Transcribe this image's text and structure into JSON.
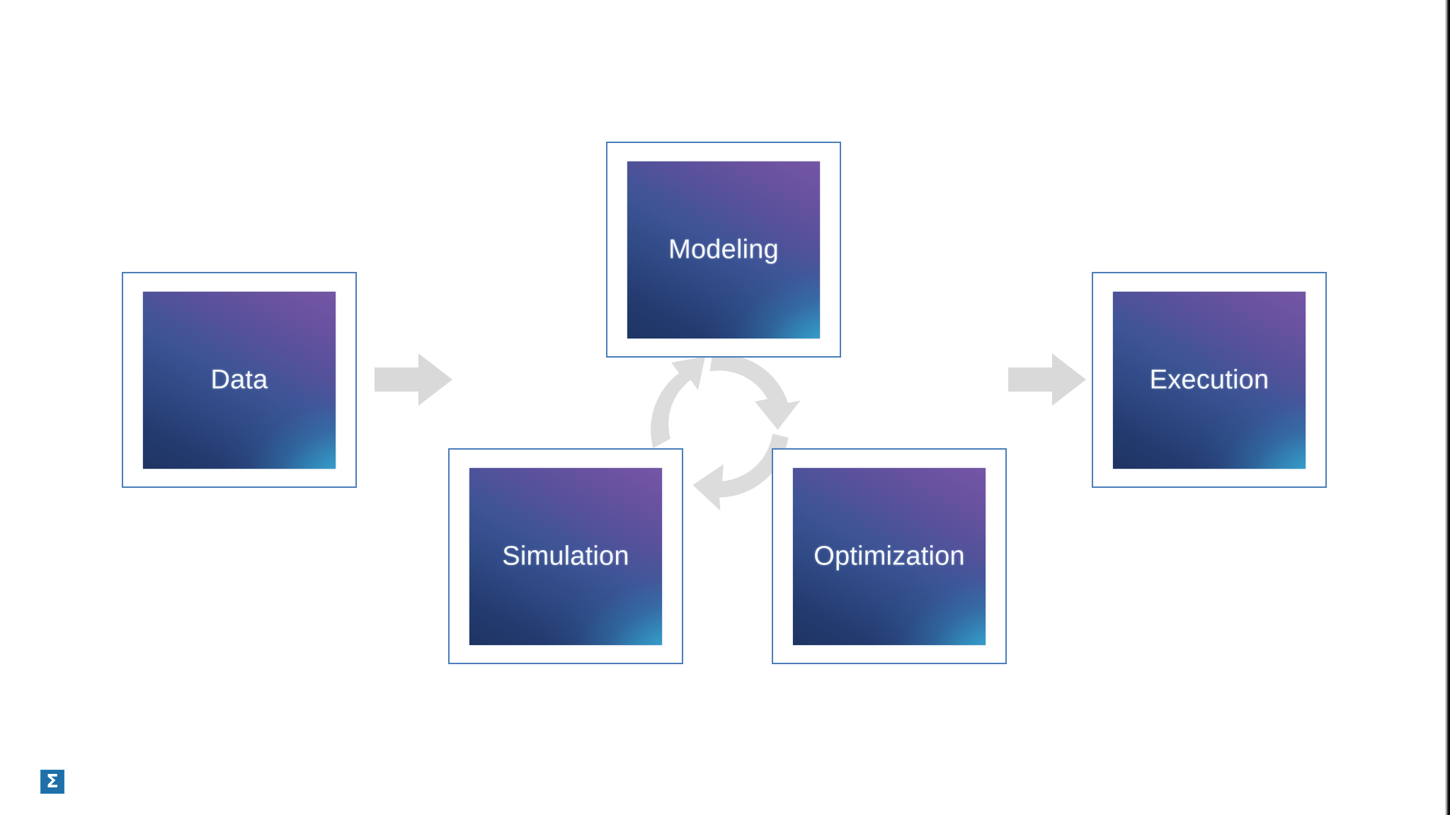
{
  "slide": {
    "background_color": "#ffffff",
    "accent_border_color": "#4a7ebb",
    "arrow_color": "#d9d9d9",
    "gradient_dark": "#1d3462",
    "gradient_purple": "#7456a6",
    "gradient_cyan": "#3ac4e8"
  },
  "cards": [
    {
      "id": "data",
      "label": "Data"
    },
    {
      "id": "modeling",
      "label": "Modeling"
    },
    {
      "id": "simulation",
      "label": "Simulation"
    },
    {
      "id": "optimization",
      "label": "Optimization"
    },
    {
      "id": "execution",
      "label": "Execution"
    }
  ],
  "arrows": {
    "data_to_cycle": "arrow-right-icon",
    "cycle_to_execution": "arrow-right-icon",
    "cycle": "circular-arrow-icon"
  },
  "logo": {
    "glyph": "Σ",
    "background_color": "#1f6fa8"
  }
}
